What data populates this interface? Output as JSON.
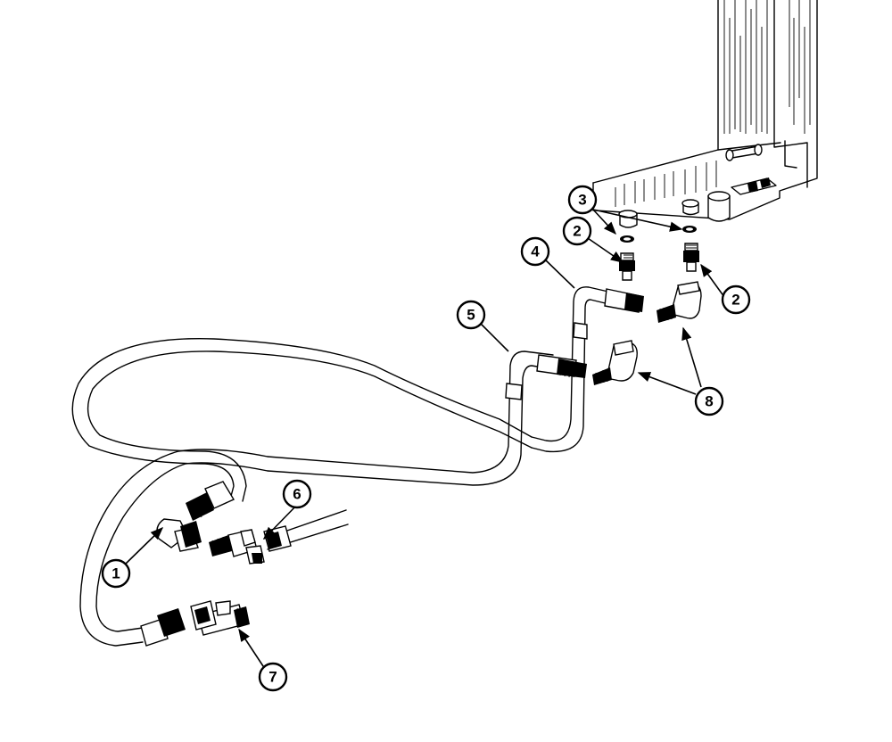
{
  "diagram": {
    "callouts": [
      {
        "id": "c1",
        "label": "1"
      },
      {
        "id": "c2a",
        "label": "2"
      },
      {
        "id": "c2b",
        "label": "2"
      },
      {
        "id": "c3",
        "label": "3"
      },
      {
        "id": "c4",
        "label": "4"
      },
      {
        "id": "c5",
        "label": "5"
      },
      {
        "id": "c6",
        "label": "6"
      },
      {
        "id": "c7",
        "label": "7"
      },
      {
        "id": "c8",
        "label": "8"
      }
    ]
  }
}
